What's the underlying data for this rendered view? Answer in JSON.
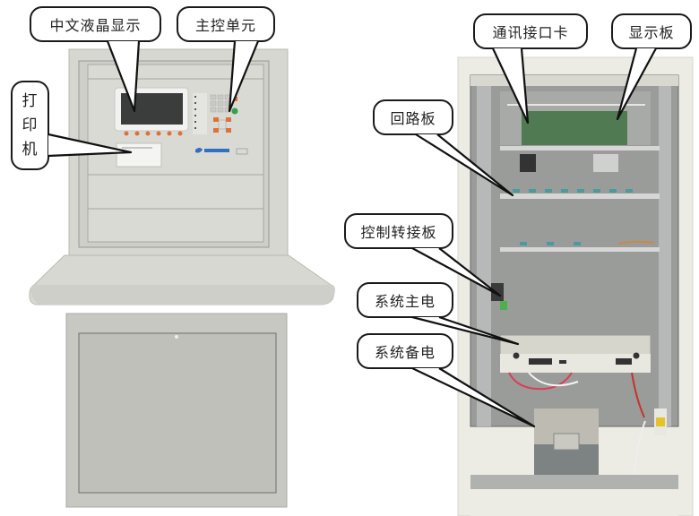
{
  "figure": {
    "left_panel": {
      "name": "control-console",
      "callouts": [
        {
          "id": "lcd",
          "label": "中文液晶显示"
        },
        {
          "id": "main_control",
          "label": "主控单元"
        },
        {
          "id": "printer",
          "label": "打印机",
          "chars": [
            "打",
            "印",
            "机"
          ]
        }
      ],
      "colors": {
        "cabinet": "#d9d9d4",
        "screen": "#3a3d3c",
        "keys_accent": "#e0703a",
        "green_key": "#2fa24a",
        "logo": "#2f6fc4"
      }
    },
    "right_panel": {
      "name": "rack-cabinet-interior",
      "callouts": [
        {
          "id": "comm_card",
          "label": "通讯接口卡"
        },
        {
          "id": "display_board",
          "label": "显示板"
        },
        {
          "id": "loop_board",
          "label": "回路板"
        },
        {
          "id": "control_adapter",
          "label": "控制转接板"
        },
        {
          "id": "main_power",
          "label": "系统主电"
        },
        {
          "id": "backup_power",
          "label": "系统备电"
        }
      ],
      "colors": {
        "frame": "#ecebe4",
        "interior": "#8e9190",
        "pcb": "#4f7a52"
      }
    }
  }
}
